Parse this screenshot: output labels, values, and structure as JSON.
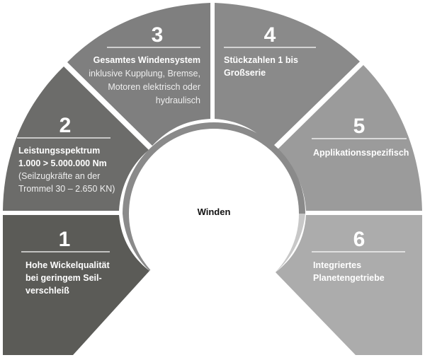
{
  "center": {
    "label": "Winden"
  },
  "segments": [
    {
      "number": "1",
      "bold": [
        "Hohe Wickelqualität",
        "bei geringem Seil-",
        "verschleiß"
      ],
      "light": []
    },
    {
      "number": "2",
      "bold": [
        "Leistungsspektrum",
        "1.000 > 5.000.000 Nm"
      ],
      "light": [
        "(Seilzugkräfte an der",
        "Trommel 30 – 2.650 KN)"
      ]
    },
    {
      "number": "3",
      "bold": [
        "Gesamtes Windensystem"
      ],
      "light": [
        "inklusive Kupplung, Bremse,",
        "Motoren elektrisch oder",
        "hydraulisch"
      ]
    },
    {
      "number": "4",
      "bold": [
        "Stückzahlen 1 bis",
        "Großserie"
      ],
      "light": []
    },
    {
      "number": "5",
      "bold": [
        "Applikationsspezifisch"
      ],
      "light": []
    },
    {
      "number": "6",
      "bold": [
        "Integriertes",
        "Planetengetriebe"
      ],
      "light": []
    }
  ],
  "colors": {
    "seg1": "#5b5b57",
    "seg2": "#6c6c6a",
    "seg3": "#7f7f7f",
    "seg4": "#8a8a8a",
    "seg5": "#9b9b9b",
    "seg6": "#acacac",
    "ring_dark": "#8a8a8a",
    "ring_light": "#c8c8c8",
    "center": "#ffffff"
  }
}
